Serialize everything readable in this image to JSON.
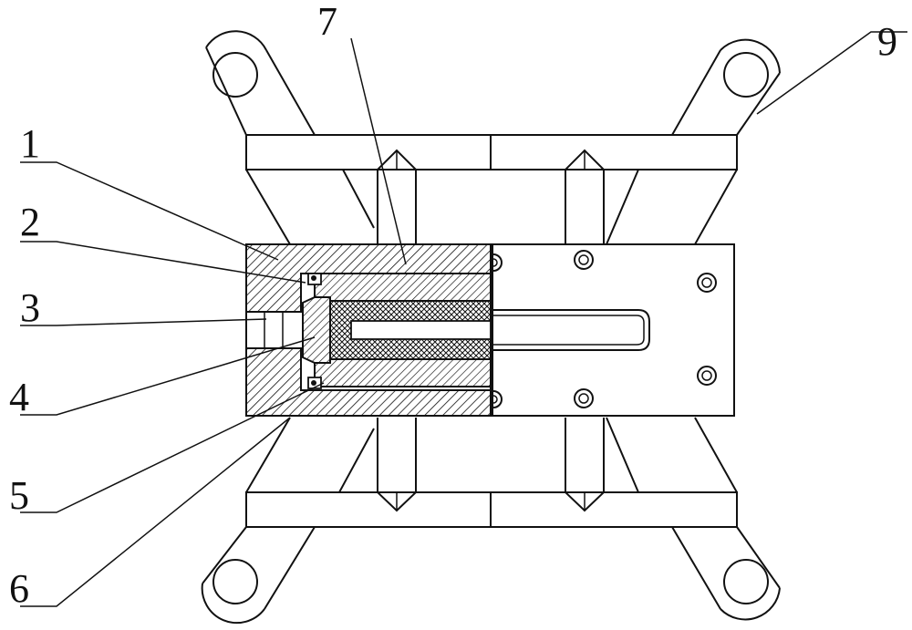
{
  "diagram": {
    "colors": {
      "line": "#111111",
      "background": "#ffffff"
    },
    "labels": [
      {
        "id": "1",
        "text": "1"
      },
      {
        "id": "2",
        "text": "2"
      },
      {
        "id": "3",
        "text": "3"
      },
      {
        "id": "4",
        "text": "4"
      },
      {
        "id": "5",
        "text": "5"
      },
      {
        "id": "6",
        "text": "6"
      },
      {
        "id": "7",
        "text": "7"
      },
      {
        "id": "9",
        "text": "9"
      }
    ]
  }
}
